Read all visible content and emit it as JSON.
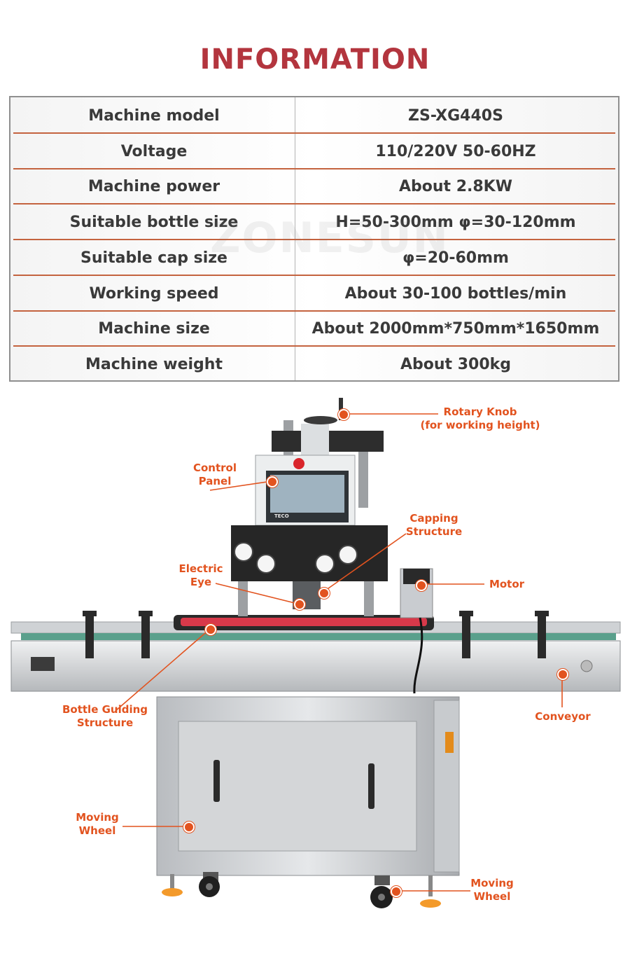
{
  "heading": "INFORMATION",
  "spec_rows": [
    {
      "label": "Machine model",
      "value": "ZS-XG440S"
    },
    {
      "label": "Voltage",
      "value": "110/220V 50-60HZ"
    },
    {
      "label": "Machine power",
      "value": "About 2.8KW"
    },
    {
      "label": "Suitable bottle size",
      "value": "H=50-300mm φ=30-120mm"
    },
    {
      "label": "Suitable cap size",
      "value": "φ=20-60mm"
    },
    {
      "label": "Working speed",
      "value": "About 30-100 bottles/min"
    },
    {
      "label": "Machine size",
      "value": "About 2000mm*750mm*1650mm"
    },
    {
      "label": "Machine weight",
      "value": "About 300kg"
    }
  ],
  "watermark": "ZONESUN",
  "callouts": {
    "rotary_knob": [
      "Rotary Knob",
      "(for working height)"
    ],
    "control_panel": [
      "Control",
      "Panel"
    ],
    "capping_structure": [
      "Capping",
      "Structure"
    ],
    "electric_eye": [
      "Electric",
      "Eye"
    ],
    "motor": [
      "Motor"
    ],
    "bottle_guiding": [
      "Bottle Guiding",
      "Structure"
    ],
    "conveyor": [
      "Conveyor"
    ],
    "moving_wheel_left": [
      "Moving",
      "Wheel"
    ],
    "moving_wheel_right": [
      "Moving",
      "Wheel"
    ]
  },
  "panel_brand": "TECO",
  "colors": {
    "heading": "#b3353e",
    "callout": "#e2531f",
    "row_separator": "#c4633f"
  }
}
